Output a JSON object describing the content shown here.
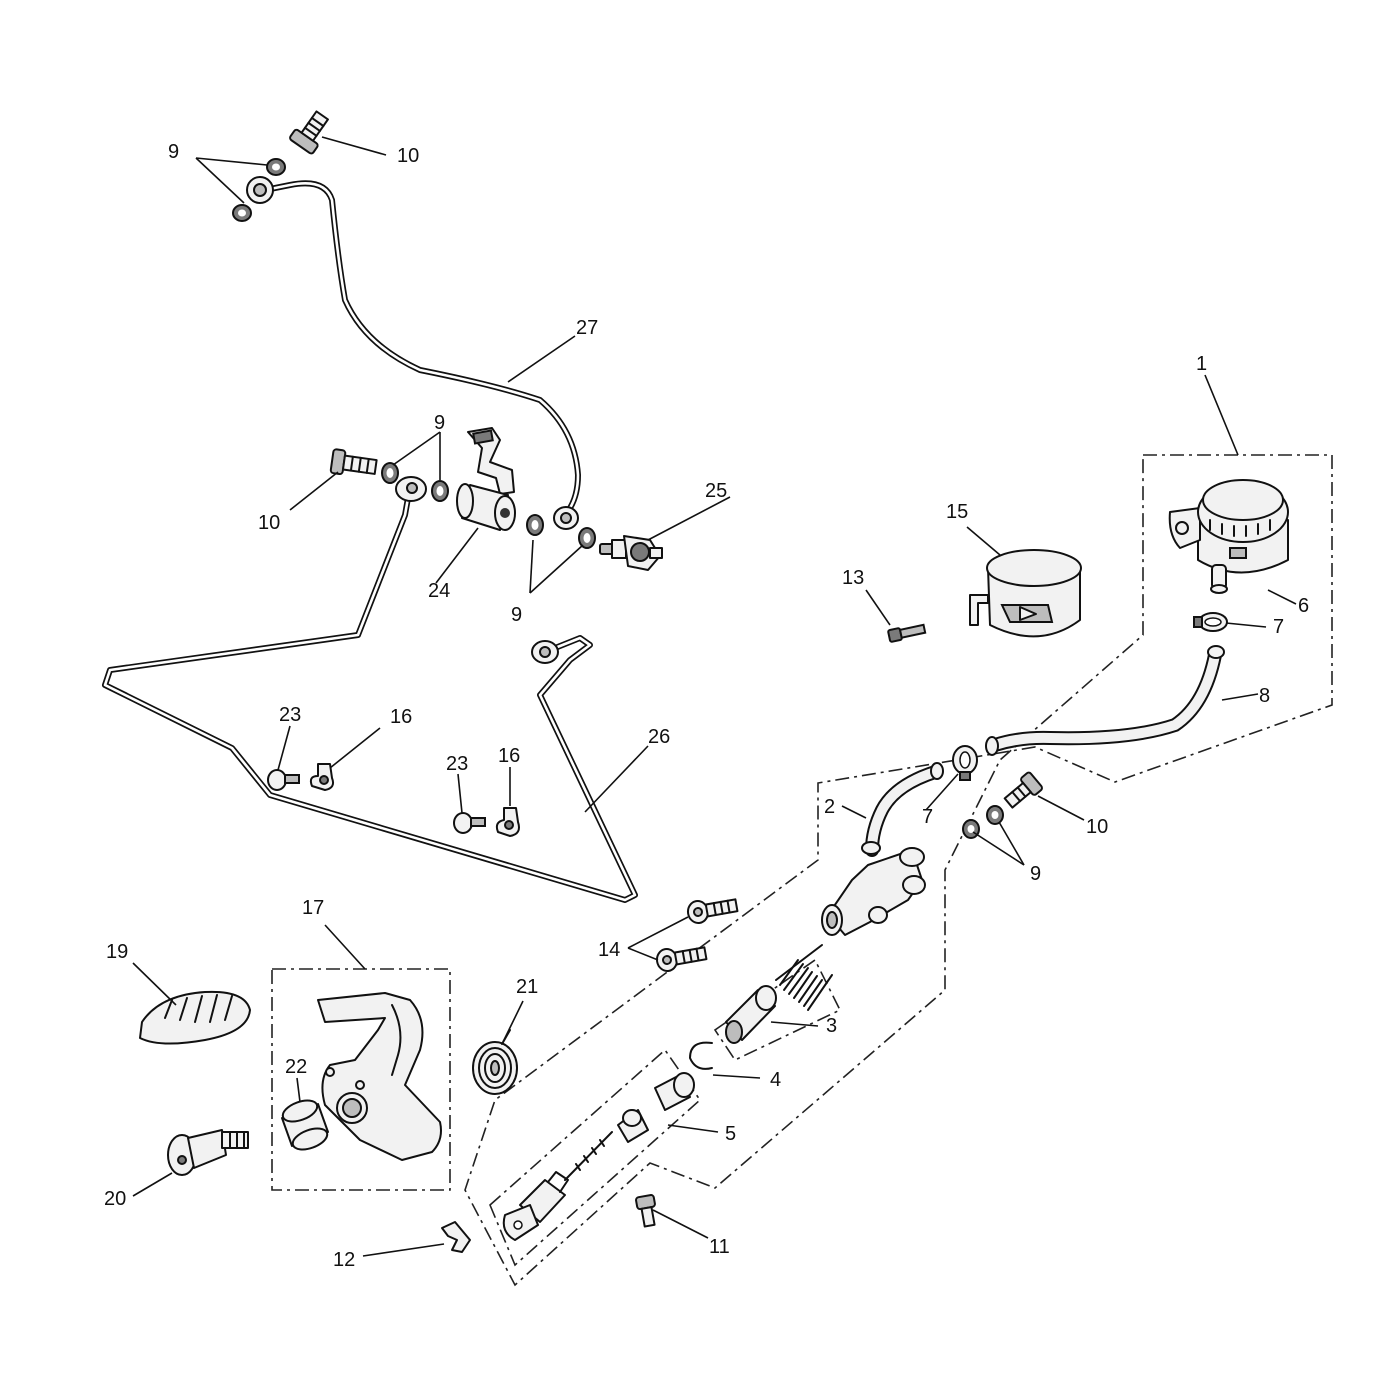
{
  "callouts": {
    "c1": "1",
    "c2": "2",
    "c3": "3",
    "c4": "4",
    "c5": "5",
    "c6": "6",
    "c7a": "7",
    "c7b": "7",
    "c8": "8",
    "c9a": "9",
    "c9b": "9",
    "c9c": "9",
    "c9d": "9",
    "c10a": "10",
    "c10b": "10",
    "c10c": "10",
    "c11": "11",
    "c12": "12",
    "c13": "13",
    "c14": "14",
    "c15": "15",
    "c16a": "16",
    "c16b": "16",
    "c17": "17",
    "c19": "19",
    "c20": "20",
    "c21": "21",
    "c22": "22",
    "c23a": "23",
    "c23b": "23",
    "c24": "24",
    "c25": "25",
    "c26": "26",
    "c27": "27"
  }
}
